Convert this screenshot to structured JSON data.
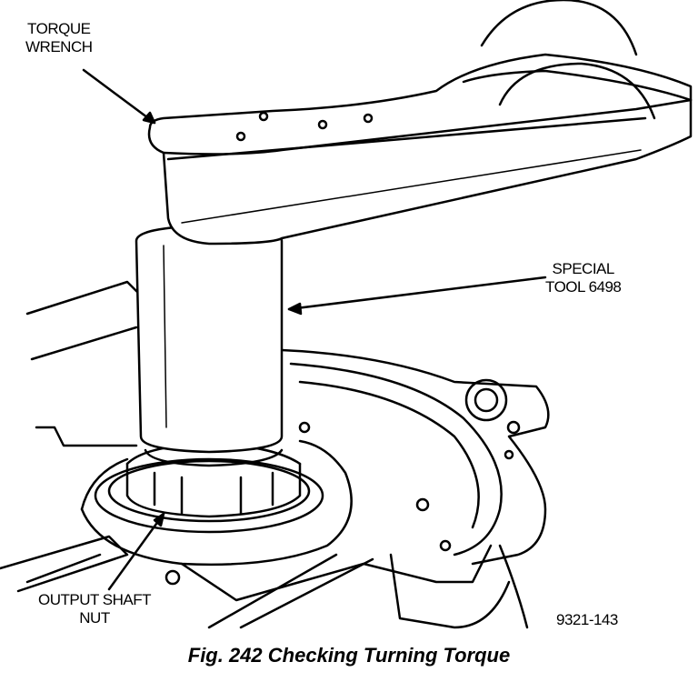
{
  "labels": {
    "torque_wrench": [
      "TORQUE",
      "WRENCH"
    ],
    "special_tool": [
      "SPECIAL",
      "TOOL 6498"
    ],
    "output_shaft_nut": [
      "OUTPUT SHAFT",
      "NUT"
    ],
    "figure_id": "9321-143"
  },
  "caption": "Fig. 242 Checking Turning Torque"
}
